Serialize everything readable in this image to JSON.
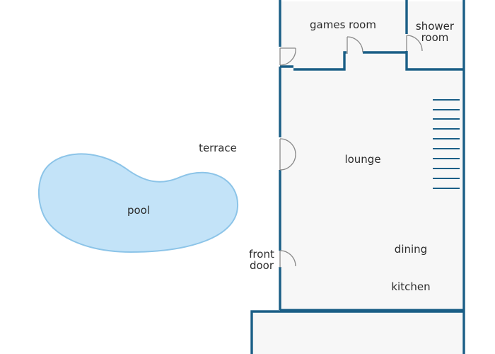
{
  "labels": {
    "games_room": "games room",
    "shower_room_1": "shower",
    "shower_room_2": "room",
    "terrace": "terrace",
    "lounge": "lounge",
    "pool": "pool",
    "front_door_1": "front",
    "front_door_2": "door",
    "dining": "dining",
    "kitchen": "kitchen"
  },
  "colors": {
    "wall": "#1a5e86",
    "floor": "#f7f7f7",
    "pool_fill": "#c3e3f8",
    "pool_stroke": "#8cc4e8",
    "door": "#8a8a8a",
    "text": "#2b2b2b"
  }
}
